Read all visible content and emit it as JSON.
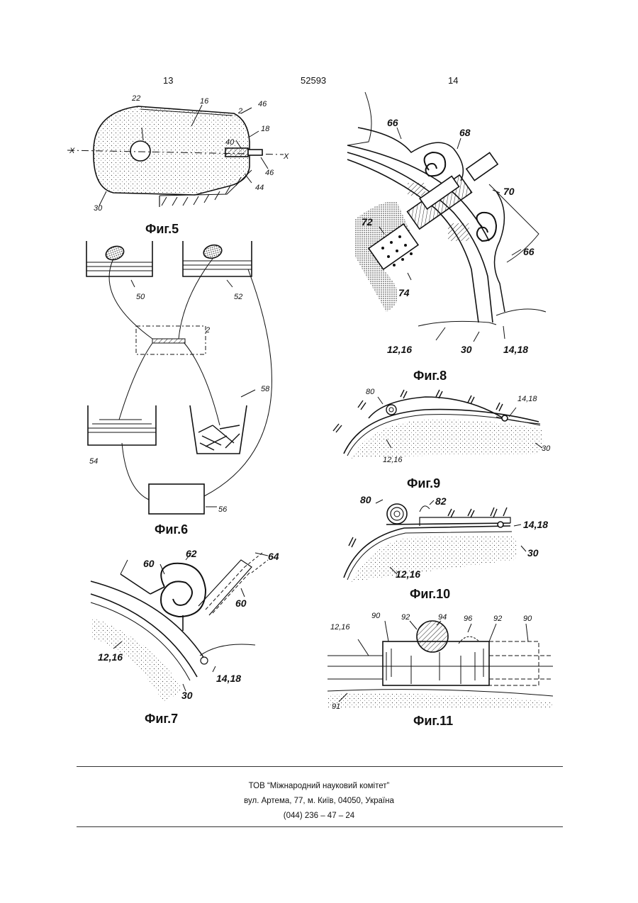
{
  "header": {
    "page_left": "13",
    "doc_number": "52593",
    "page_right": "14"
  },
  "figures": {
    "fig5": {
      "caption": "Фиг.5",
      "labels": [
        "22",
        "16",
        "2",
        "46",
        "18",
        "40",
        "X",
        "X",
        "46",
        "44",
        "30"
      ]
    },
    "fig6": {
      "caption": "Фиг.6",
      "labels": [
        "50",
        "52",
        "2",
        "58",
        "54",
        "56"
      ]
    },
    "fig7": {
      "caption": "Фиг.7",
      "labels": [
        "62",
        "60",
        "64",
        "60",
        "12,16",
        "14,18",
        "30"
      ]
    },
    "fig8": {
      "caption": "Фиг.8",
      "labels": [
        "66",
        "68",
        "70",
        "72",
        "66",
        "74",
        "12,16",
        "30",
        "14,18"
      ]
    },
    "fig9": {
      "caption": "Фиг.9",
      "labels": [
        "80",
        "14,18",
        "12,16",
        "30"
      ]
    },
    "fig10": {
      "caption": "Фиг.10",
      "labels": [
        "80",
        "82",
        "14,18",
        "30",
        "12,16"
      ]
    },
    "fig11": {
      "caption": "Фиг.11",
      "labels": [
        "90",
        "92",
        "94",
        "96",
        "92",
        "90",
        "12,16",
        "91"
      ]
    }
  },
  "footer": {
    "line1": "ТОВ “Міжнародний науковий комітет”",
    "line2": "вул. Артема, 77, м. Київ, 04050, Україна",
    "line3": "(044) 236 – 47 – 24"
  }
}
